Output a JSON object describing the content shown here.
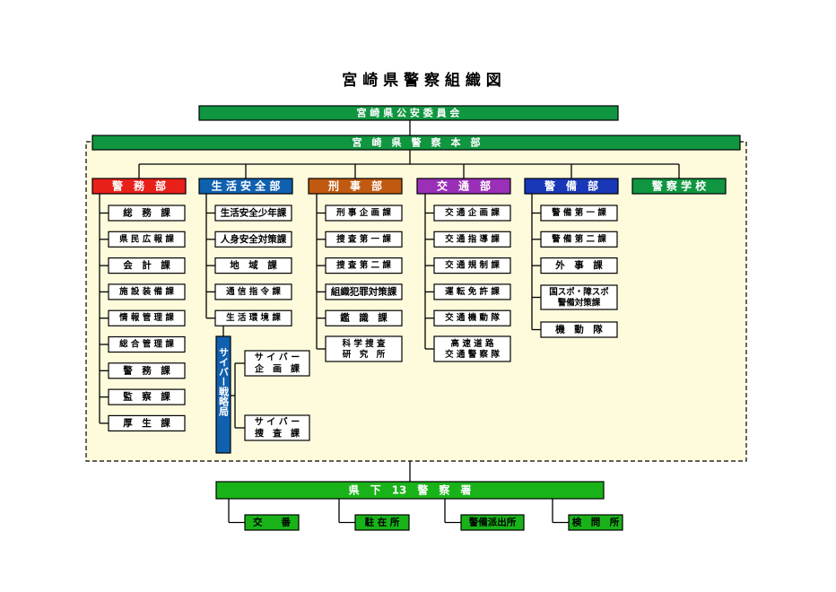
{
  "title": "宮 崎 県 警 察 組 織 図",
  "colors": {
    "green": "#109640",
    "bright_green": "#19b319",
    "red": "#e8201a",
    "blue": "#1060b0",
    "brown": "#c05a10",
    "purple": "#9a2fb8",
    "navy": "#1838b8",
    "cream": "#fefbdc",
    "line": "#000000"
  },
  "commission": "宮 崎 県 公 安 委 員 会",
  "hq": "宮　崎　県　警　察　本　部",
  "departments": [
    {
      "label": "警　務　部",
      "color": "red",
      "sections": [
        "総　務　課",
        "県 民 広 報 課",
        "会　計　課",
        "施 設 装 備 課",
        "情 報 管 理 課",
        "総 合 管 理 課",
        "警　務　課",
        "監　察　課",
        "厚　生　課"
      ]
    },
    {
      "label": "生 活 安 全 部",
      "color": "blue",
      "sections": [
        "生活安全少年課",
        "人身安全対策課",
        "地　域　課",
        "通 信 指 令 課",
        "生 活 環 境 課"
      ],
      "sub_unit": {
        "label": "サイバー戦略局",
        "sections": [
          "サ イ バ ー\n企　画　課",
          "サ イ バ ー\n捜　査　課"
        ]
      }
    },
    {
      "label": "刑　事　部",
      "color": "brown",
      "sections": [
        "刑 事 企 画 課",
        "捜 査 第 一 課",
        "捜 査 第 二 課",
        "組織犯罪対策課",
        "鑑　識　課",
        "科 学 捜 査\n研　究　所"
      ]
    },
    {
      "label": "交　通　部",
      "color": "purple",
      "sections": [
        "交 通 企 画 課",
        "交 通 指 導 課",
        "交 通 規 制 課",
        "運 転 免 許 課",
        "交 通 機 動 隊",
        "高 速 道 路\n交 通 警 察 隊"
      ]
    },
    {
      "label": "警　備　部",
      "color": "navy",
      "sections": [
        "警 備 第 一 課",
        "警 備 第 二 課",
        "外　事　課",
        "国スポ・障スポ\n警備対策課",
        "機　動　隊"
      ]
    },
    {
      "label": "警 察 学 校",
      "color": "green",
      "sections": []
    }
  ],
  "stations": "県　下　13　警　察　署",
  "station_units": [
    "交　　番",
    "駐 在 所",
    "警備派出所",
    "検　問　所"
  ]
}
